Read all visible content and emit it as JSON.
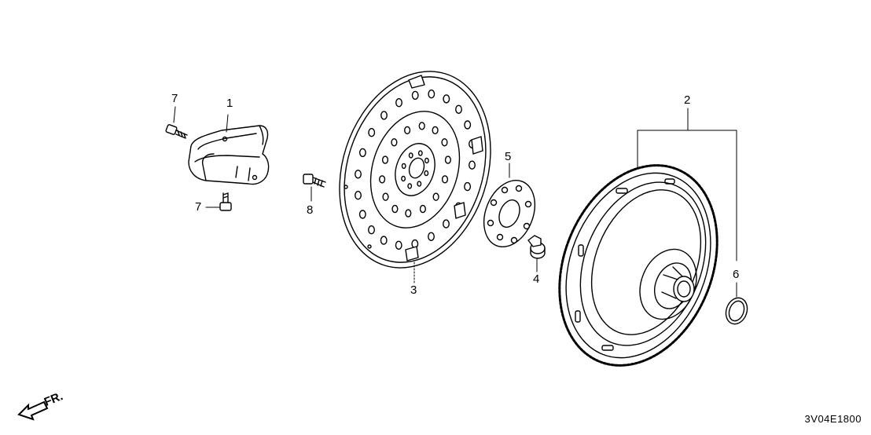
{
  "callouts": {
    "p1": "1",
    "p2": "2",
    "p3": "3",
    "p4": "4",
    "p5": "5",
    "p6": "6",
    "p7a": "7",
    "p7b": "7",
    "p8": "8"
  },
  "direction_label": "FR.",
  "diagram_code": "3V04E1800",
  "colors": {
    "line": "#000000",
    "background": "#ffffff"
  }
}
